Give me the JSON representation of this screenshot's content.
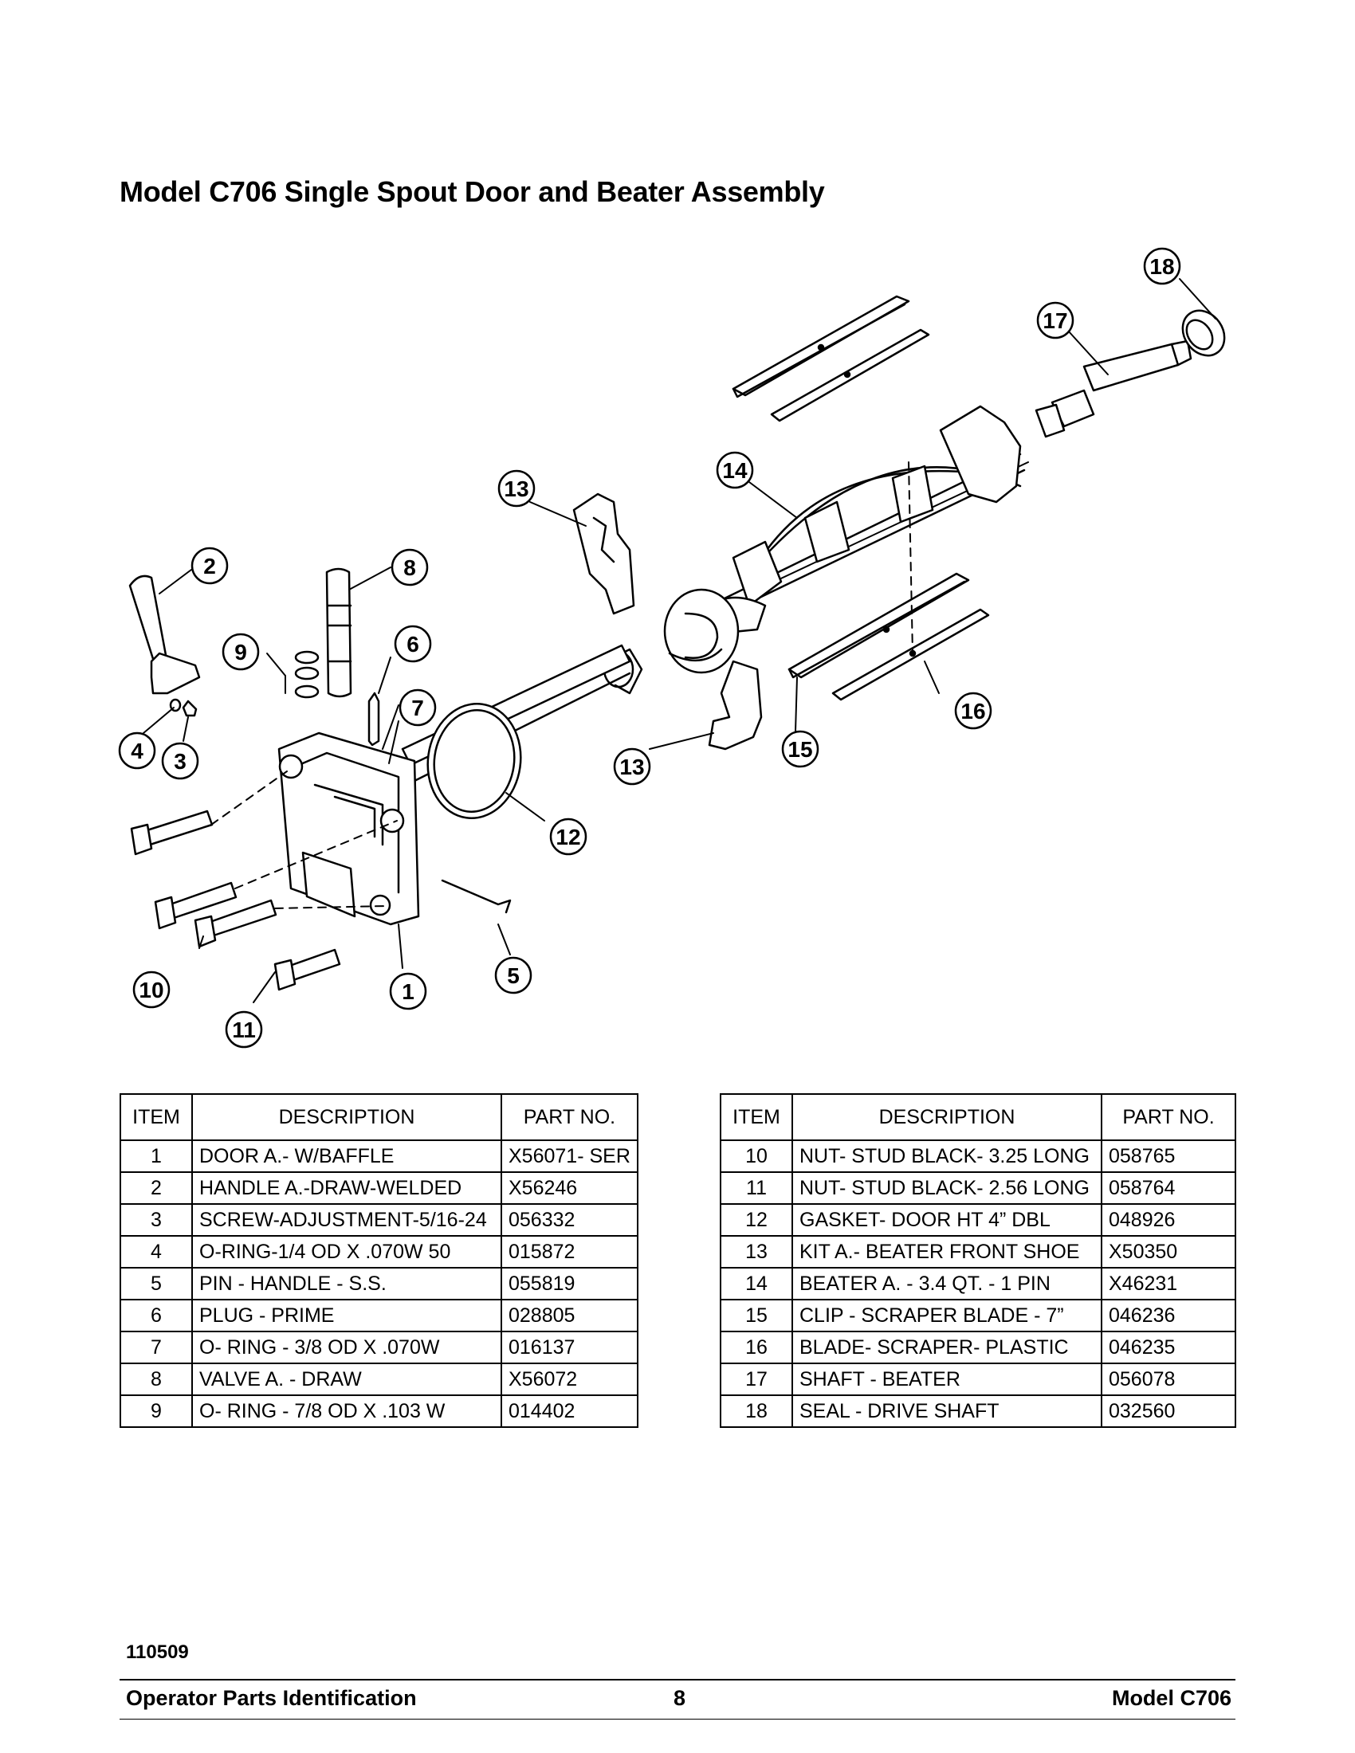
{
  "title": "Model C706 Single Spout Door and Beater Assembly",
  "callouts": [
    "18",
    "17",
    "14",
    "13",
    "2",
    "8",
    "9",
    "6",
    "7",
    "4",
    "3",
    "13",
    "15",
    "16",
    "12",
    "10",
    "11",
    "1",
    "5"
  ],
  "table_headers": {
    "item": "ITEM",
    "description": "DESCRIPTION",
    "part_no": "PART NO."
  },
  "parts_left": [
    {
      "item": "1",
      "description": "DOOR A.- W/BAFFLE",
      "part_no": "X56071- SER"
    },
    {
      "item": "2",
      "description": "HANDLE A.-DRAW-WELDED",
      "part_no": "X56246"
    },
    {
      "item": "3",
      "description": "SCREW-ADJUSTMENT-5/16-24",
      "part_no": "056332"
    },
    {
      "item": "4",
      "description": "O-RING-1/4 OD X .070W 50",
      "part_no": "015872"
    },
    {
      "item": "5",
      "description": "PIN - HANDLE - S.S.",
      "part_no": "055819"
    },
    {
      "item": "6",
      "description": "PLUG - PRIME",
      "part_no": "028805"
    },
    {
      "item": "7",
      "description": "O- RING - 3/8 OD X .070W",
      "part_no": "016137"
    },
    {
      "item": "8",
      "description": " VALVE A. - DRAW",
      "part_no": "X56072"
    },
    {
      "item": "9",
      "description": "O- RING - 7/8 OD X .103 W",
      "part_no": "014402"
    }
  ],
  "parts_right": [
    {
      "item": "10",
      "description": "NUT- STUD BLACK- 3.25 LONG",
      "part_no": "058765"
    },
    {
      "item": "11",
      "description": "NUT- STUD BLACK- 2.56 LONG",
      "part_no": "058764"
    },
    {
      "item": "12",
      "description": "GASKET- DOOR HT 4” DBL",
      "part_no": "048926"
    },
    {
      "item": "13",
      "description": "KIT A.- BEATER FRONT SHOE",
      "part_no": "X50350"
    },
    {
      "item": "14",
      "description": "BEATER A. - 3.4 QT. - 1 PIN",
      "part_no": "X46231"
    },
    {
      "item": "15",
      "description": "CLIP - SCRAPER BLADE - 7”",
      "part_no": "046236"
    },
    {
      "item": "16",
      "description": "BLADE- SCRAPER- PLASTIC",
      "part_no": "046235"
    },
    {
      "item": "17",
      "description": "SHAFT - BEATER",
      "part_no": "056078"
    },
    {
      "item": "18",
      "description": "SEAL - DRIVE SHAFT",
      "part_no": "032560"
    }
  ],
  "doc_code": "110509",
  "footer": {
    "left": "Operator Parts Identification",
    "center": "8",
    "right": "Model C706"
  }
}
